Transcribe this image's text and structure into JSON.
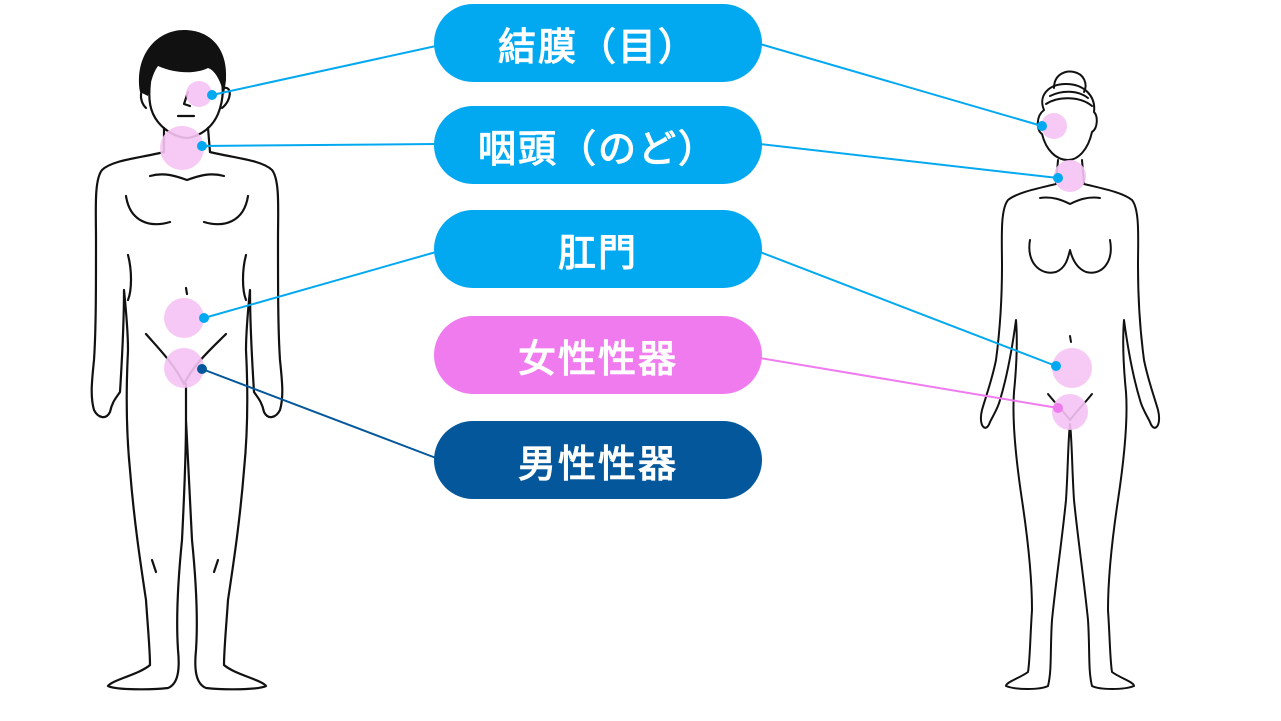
{
  "labels": {
    "conjunctiva": "結膜（目）",
    "pharynx": "咽頭（のど）",
    "anus": "肛門",
    "female_genitals": "女性性器",
    "male_genitals": "男性性器"
  },
  "colors": {
    "blue": "#03a9f0",
    "pink": "#ef7bef",
    "navy": "#03579a",
    "spot": "#f6c3f4",
    "outline": "#111111",
    "hair": "#111111"
  },
  "figures": [
    "male-figure",
    "female-figure"
  ]
}
